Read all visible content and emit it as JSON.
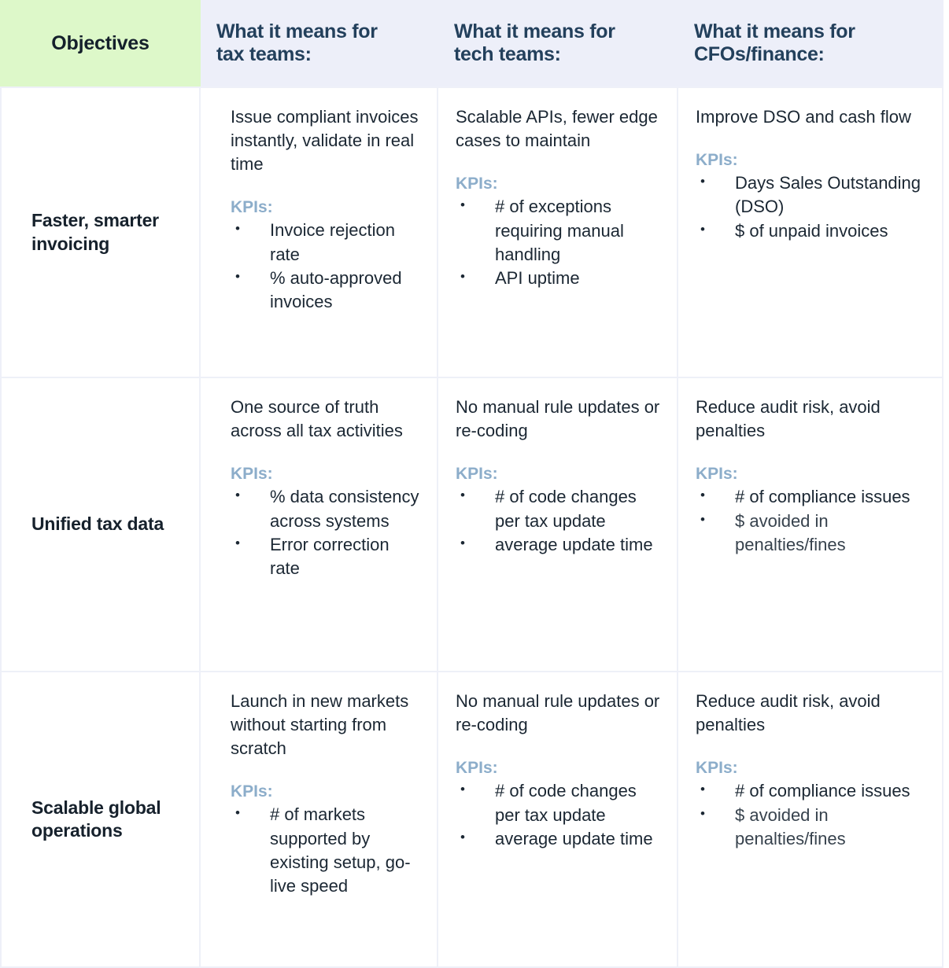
{
  "table": {
    "headers": {
      "objectives": "Objectives",
      "tax": {
        "line1": "What it means for",
        "line2": "tax teams:"
      },
      "tech": {
        "line1": "What it means for",
        "line2": "tech teams:"
      },
      "cfo": {
        "line1": "What it means for",
        "line2": "CFOs/finance:"
      }
    },
    "kpi_label": "KPIs:",
    "rows": [
      {
        "objective": "Faster, smarter invoicing",
        "tax": {
          "lede": "Issue compliant invoices instantly, validate in real time",
          "kpis": [
            "Invoice rejection rate",
            "% auto-approved invoices"
          ]
        },
        "tech": {
          "lede": "Scalable APIs, fewer edge cases to maintain",
          "kpis": [
            "# of exceptions requiring manual handling",
            "API uptime"
          ]
        },
        "cfo": {
          "lede": "Improve DSO and cash flow",
          "kpis": [
            "Days Sales Outstanding (DSO)",
            "$ of unpaid invoices"
          ]
        }
      },
      {
        "objective": "Unified tax data",
        "tax": {
          "lede": "One source of truth across all tax activities",
          "kpis": [
            "% data consistency across systems",
            "Error correction rate"
          ]
        },
        "tech": {
          "lede": "No manual rule updates or re-coding",
          "kpis": [
            "# of code changes per tax update",
            "average update time"
          ]
        },
        "cfo": {
          "lede": "Reduce audit risk, avoid penalties",
          "kpis": [
            "# of compliance issues",
            "$ avoided in penalties/fines"
          ]
        }
      },
      {
        "objective": "Scalable global operations",
        "tax": {
          "lede": "Launch in new markets without starting from scratch",
          "kpis": [
            "# of markets supported by existing setup, go-live speed"
          ]
        },
        "tech": {
          "lede": "No manual rule updates or re-coding",
          "kpis": [
            "# of code changes per tax update",
            "average update time"
          ]
        },
        "cfo": {
          "lede": "Reduce audit risk, avoid penalties",
          "kpis": [
            "# of compliance issues",
            "$ avoided in penalties/fines"
          ]
        }
      }
    ]
  },
  "colors": {
    "objectives_header_bg": "#ddf8c9",
    "column_header_bg": "#edeff9",
    "header_text": "#23405c",
    "body_text": "#1b2733",
    "kpi_accent": "#8cadca",
    "grid_line": "#eef0f8"
  }
}
